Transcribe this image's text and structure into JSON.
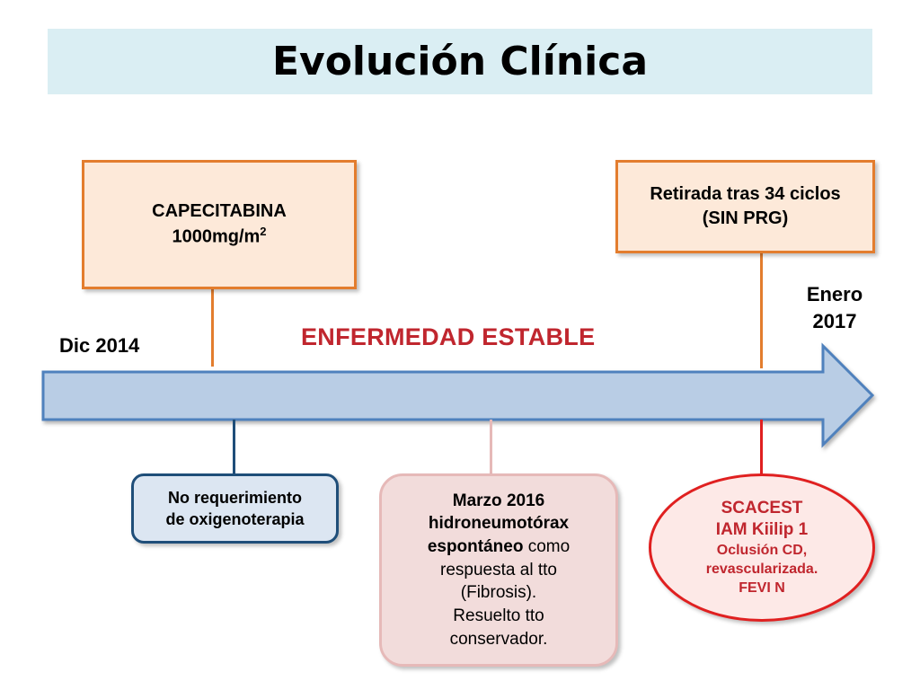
{
  "title": "Evolución Clínica",
  "timeline": {
    "start_label": "Dic 2014",
    "end_label_line1": "Enero",
    "end_label_line2": "2017",
    "phase_label": "ENFERMEDAD ESTABLE"
  },
  "box_capecitabina": {
    "line1": "CAPECITABINA",
    "dose": "1000mg/m",
    "dose_sup": "2"
  },
  "box_retirada": {
    "line1": "Retirada tras 34 ciclos",
    "line2": "(SIN PRG)"
  },
  "box_oxigeno": {
    "line1": "No requerimiento",
    "line2": "de oxigenoterapia"
  },
  "box_marzo": {
    "line1": "Marzo 2016",
    "line2": "hidroneumotórax",
    "line3_bold": "espontáneo",
    "line3_rest": " como",
    "line4": "respuesta al tto",
    "line5": "(Fibrosis).",
    "line6": "Resuelto tto",
    "line7": "conservador."
  },
  "ellipse_scacest": {
    "line1": "SCACEST",
    "line2": "IAM Kiilip 1",
    "line3": "Oclusión CD,",
    "line4": "revascularizada.",
    "line5": "FEVI N"
  },
  "colors": {
    "title_bg": "#daeef3",
    "arrow_fill": "#b9cde5",
    "arrow_stroke": "#4f81bd",
    "orange": "#e37d2e",
    "red": "#e02020",
    "navy": "#1f4e79",
    "pink": "#e6b9b8"
  }
}
